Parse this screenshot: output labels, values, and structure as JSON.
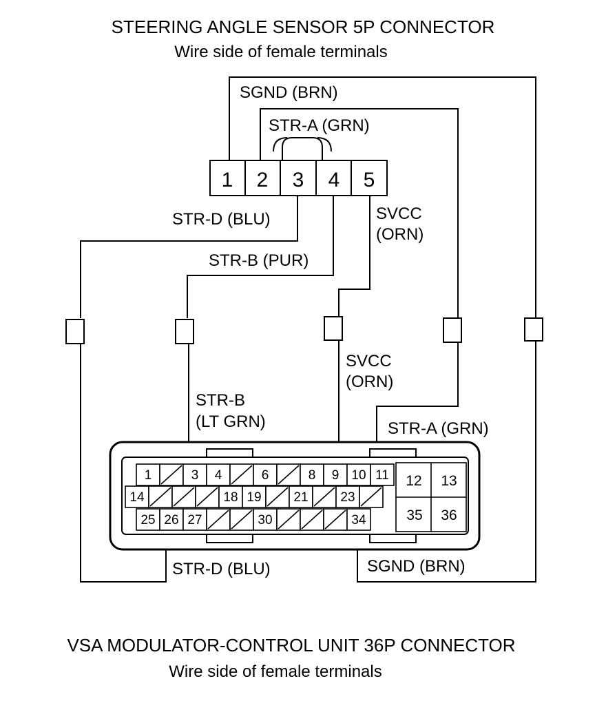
{
  "top_connector": {
    "title": "STEERING ANGLE SENSOR 5P CONNECTOR",
    "subtitle": "Wire side of female terminals",
    "pins": [
      "1",
      "2",
      "3",
      "4",
      "5"
    ]
  },
  "bottom_connector": {
    "title": "VSA MODULATOR-CONTROL UNIT 36P CONNECTOR",
    "subtitle": "Wire side of female terminals",
    "row1": [
      "1",
      "",
      "3",
      "4",
      "",
      "6",
      "",
      "8",
      "9",
      "10",
      "11"
    ],
    "row2": [
      "14",
      "",
      "",
      "",
      "18",
      "19",
      "",
      "21",
      "",
      "23",
      ""
    ],
    "row3": [
      "25",
      "26",
      "27",
      "",
      "",
      "30",
      "",
      "",
      "",
      "34"
    ],
    "block": [
      "12",
      "13",
      "35",
      "36"
    ]
  },
  "wire_labels": {
    "sgnd_top": "SGND (BRN)",
    "stra_top": "STR-A (GRN)",
    "strd_top": "STR-D (BLU)",
    "svcc_top_1": "SVCC",
    "svcc_top_2": "(ORN)",
    "strb_top": "STR-B (PUR)",
    "svcc_mid_1": "SVCC",
    "svcc_mid_2": "(ORN)",
    "strb_mid_1": "STR-B",
    "strb_mid_2": "(LT GRN)",
    "stra_mid": "STR-A (GRN)",
    "strd_bottom": "STR-D (BLU)",
    "sgnd_bottom": "SGND (BRN)"
  }
}
